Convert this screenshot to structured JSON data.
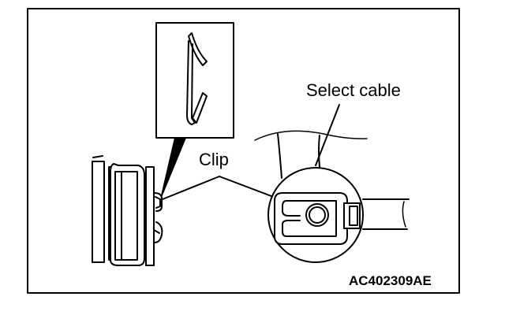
{
  "diagram": {
    "labels": {
      "select_cable": "Select cable",
      "clip": "Clip",
      "figure_code": "AC402309AE"
    },
    "colors": {
      "ink": "#000000",
      "paper": "#ffffff"
    }
  }
}
